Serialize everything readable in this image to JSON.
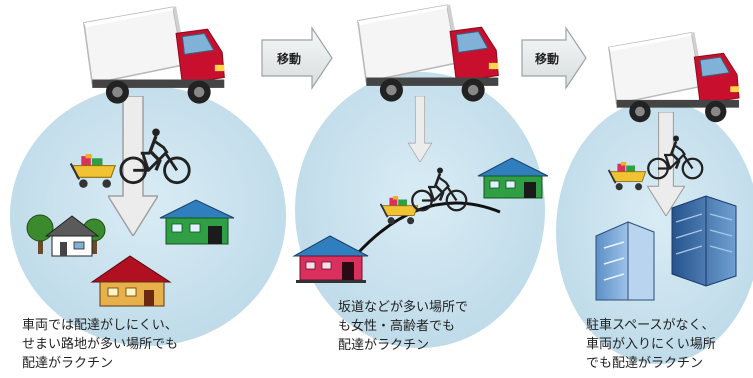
{
  "arrows": [
    {
      "label": "移動"
    },
    {
      "label": "移動"
    }
  ],
  "captions": [
    {
      "text": "車両では配達がしにくい、\nせまい路地が多い場所でも\n配達がラクチン"
    },
    {
      "text": "坂道などが多い場所で\nも女性・高齢者でも\n配達がラクチン"
    },
    {
      "text": "駐車スペースがなく、\n車両が入りにくい場所\nでも配達がラクチン"
    }
  ],
  "colors": {
    "circle_fill": "#cfe4ef",
    "truck_cab": "#c8102e",
    "truck_box": "#f4f4f4",
    "arrow_fill": "#e8ecec",
    "down_arrow_fill": "#ececec",
    "house_green": "#2f9e44",
    "house_red": "#d9305e",
    "house_dark_red": "#b01020",
    "building_blue": "#3a6ea8"
  },
  "icons": [
    "truck-icon",
    "bicycle-rider-icon",
    "cart-icon",
    "house-icon",
    "building-icon",
    "tree-icon",
    "down-arrow-icon",
    "right-arrow-icon"
  ]
}
